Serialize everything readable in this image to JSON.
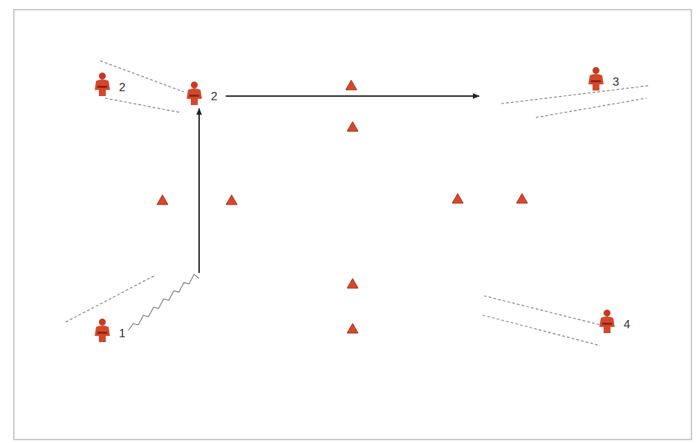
{
  "diagram": {
    "nodes": [
      {
        "text": [
          "2"
        ]
      },
      {
        "text": [
          "2"
        ]
      },
      {
        "text": [
          "3"
        ]
      },
      {
        "text": [
          "1"
        ]
      },
      {
        "text": [
          "4"
        ]
      }
    ],
    "edges": [
      {
        "from": 3,
        "to": 1,
        "arrow": "to"
      },
      {
        "from": 1,
        "to": 2,
        "arrow": "to"
      }
    ]
  }
}
